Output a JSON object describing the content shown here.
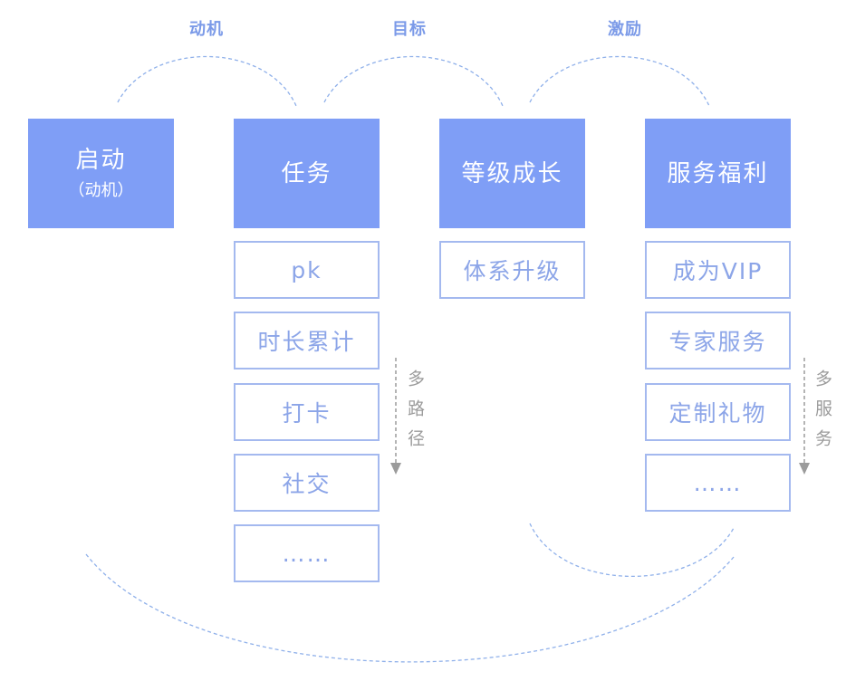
{
  "colors": {
    "accent": "#7f9ef6",
    "item_border": "#a4b9ef",
    "item_text": "#8ca5e8",
    "arc": "#8fb0ea",
    "label": "#7b9ae8",
    "note": "#9b9b9b"
  },
  "arc_labels": {
    "motivation": "动机",
    "goal": "目标",
    "incentive": "激励"
  },
  "stages": [
    {
      "title": "启动",
      "subtitle": "（动机）"
    },
    {
      "title": "任务",
      "items": [
        "pk",
        "时长累计",
        "打卡",
        "社交",
        "……"
      ]
    },
    {
      "title": "等级成长",
      "items": [
        "体系升级"
      ]
    },
    {
      "title": "服务福利",
      "items": [
        "成为VIP",
        "专家服务",
        "定制礼物",
        "……"
      ]
    }
  ],
  "notes": {
    "task_paths": "多路径",
    "benefit_services": "多服务"
  }
}
